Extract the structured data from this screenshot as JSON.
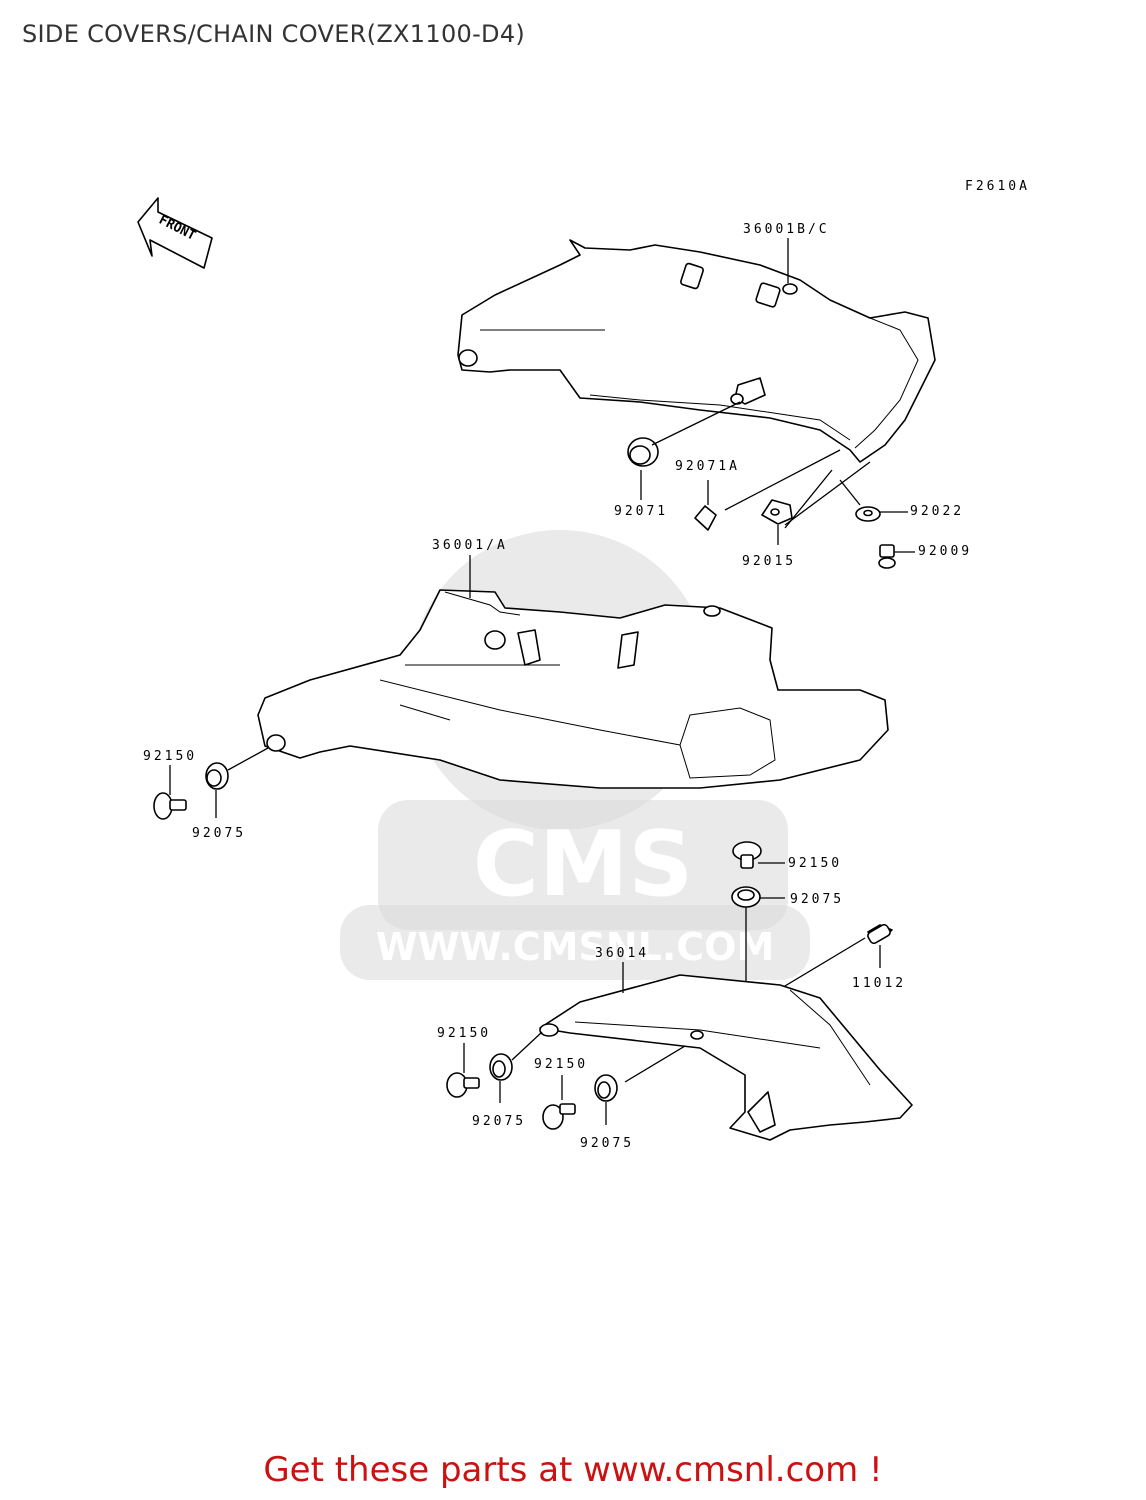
{
  "title": "SIDE COVERS/CHAIN COVER(ZX1100-D4)",
  "footer": "Get these parts at www.cmsnl.com !",
  "figure_code": "F2610A",
  "front_label": "FRONT",
  "watermark": {
    "brand": "CMS",
    "url": "WWW.CMSNL.COM"
  },
  "callouts": {
    "c36001bc": "36001B/C",
    "c92071": "92071",
    "c92071a": "92071A",
    "c92022": "92022",
    "c92015": "92015",
    "c92009": "92009",
    "c36001a": "36001/A",
    "c92150_left": "92150",
    "c92075_left": "92075",
    "c92150_right": "92150",
    "c92075_right": "92075",
    "c36014": "36014",
    "c11012": "11012",
    "c92150_bl": "92150",
    "c92075_bl": "92075",
    "c92150_bm": "92150",
    "c92075_bm": "92075"
  }
}
